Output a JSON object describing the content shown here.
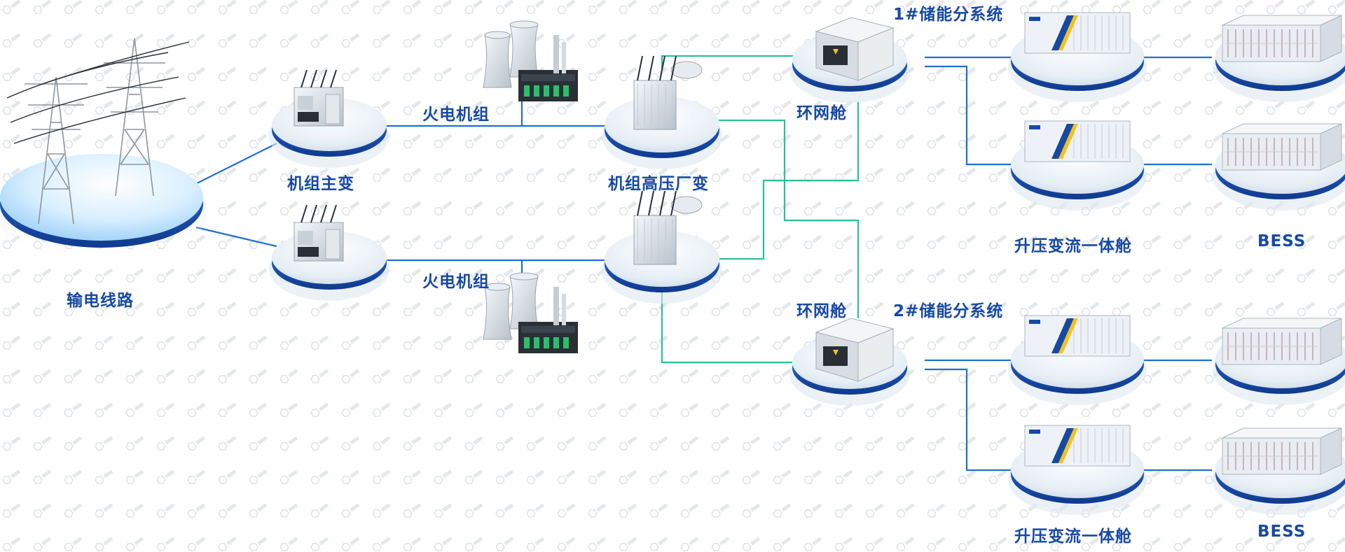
{
  "labels": {
    "transmission_line": "输电线路",
    "unit_main_transformer": "机组主变",
    "thermal_unit_top": "火电机组",
    "thermal_unit_bottom": "火电机组",
    "unit_hv_station_transformer": "机组高压厂变",
    "ring_main_unit_top": "环网舱",
    "ring_main_unit_bottom": "环网舱",
    "storage_subsystem_1": "1#储能分系统",
    "storage_subsystem_2": "2#储能分系统",
    "boost_pcs_cabin_top": "升压变流一体舱",
    "boost_pcs_cabin_bottom": "升压变流一体舱",
    "bess_top": "BESS",
    "bess_bottom": "BESS"
  },
  "colors": {
    "label": "#1749a3",
    "power_line": "#1f6fd0",
    "aux_line": "#2bbf9a",
    "platform_rim": "#1c4fb0"
  },
  "icons": [
    "transmission-tower-icon",
    "transformer-icon",
    "thermal-power-plant-icon",
    "station-transformer-icon",
    "ring-main-unit-icon",
    "boost-pcs-cabin-icon",
    "battery-container-icon",
    "watermark-logo-icon"
  ]
}
